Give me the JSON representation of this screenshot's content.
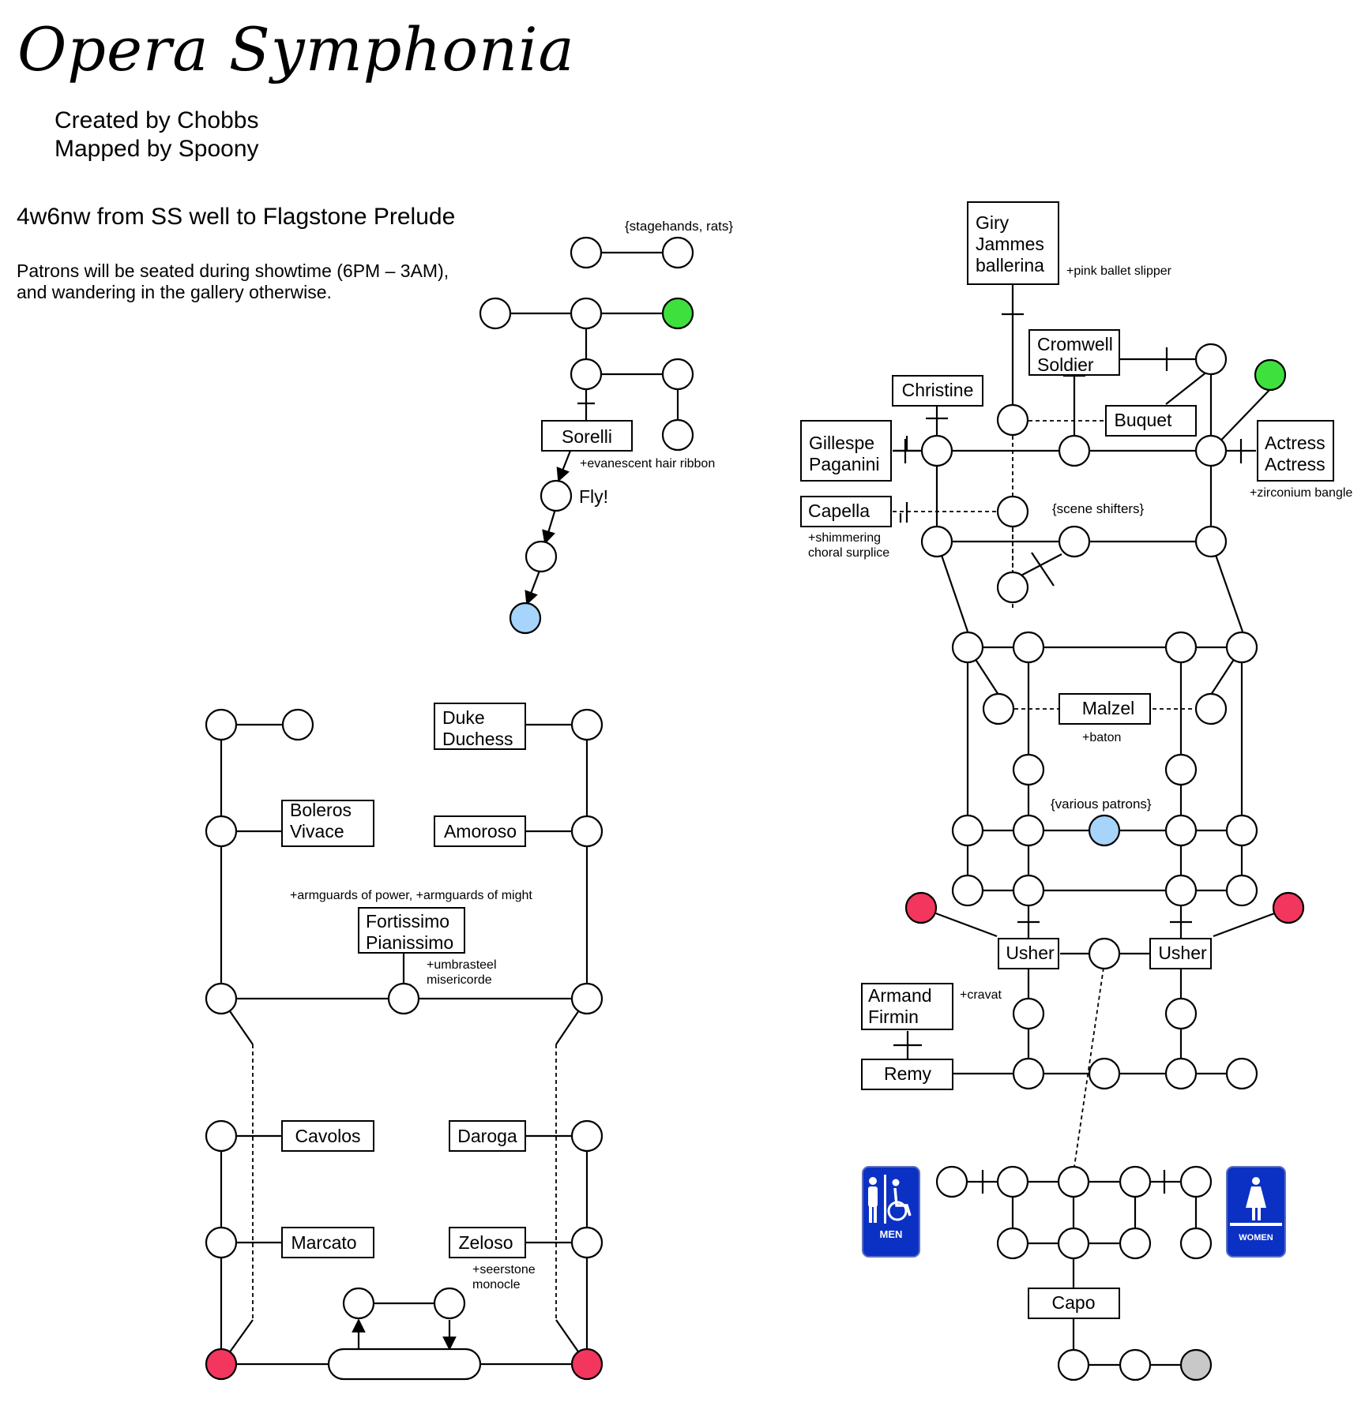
{
  "header": {
    "title": "Opera Symphonia",
    "created_by": "Created by Chobbs",
    "mapped_by": "Mapped by Spoony",
    "directions": "4w6nw from SS well to Flagstone Prelude",
    "note_line1": "Patrons will be seated during showtime (6PM – 3AM),",
    "note_line2": "and wandering in the gallery otherwise."
  },
  "labels": {
    "stagehands": "{stagehands, rats}",
    "sorelli": "Sorelli",
    "hair_ribbon": "+evanescent hair ribbon",
    "fly": "Fly!",
    "giry_1": "Giry",
    "giry_2": "Jammes",
    "giry_3": "ballerina",
    "ballet_slipper": "+pink ballet slipper",
    "cromwell_1": "Cromwell",
    "cromwell_2": "Soldier",
    "christine": "Christine",
    "buquet": "Buquet",
    "gillespe_1": "Gillespe",
    "gillespe_2": "Paganini",
    "actress_1": "Actress",
    "actress_2": "Actress",
    "zirconium": "+zirconium bangle",
    "capella": "Capella",
    "surplice_1": "+shimmering",
    "surplice_2": "choral surplice",
    "scene_shifters": "{scene shifters}",
    "malzel": "Malzel",
    "baton": "+baton",
    "various_patrons": "{various patrons}",
    "usher_left": "Usher",
    "usher_right": "Usher",
    "armand_1": "Armand",
    "armand_2": "Firmin",
    "cravat": "+cravat",
    "remy": "Remy",
    "men": "MEN",
    "women": "WOMEN",
    "capo": "Capo",
    "duke_1": "Duke",
    "duke_2": "Duchess",
    "boleros_1": "Boleros",
    "boleros_2": "Vivace",
    "amoroso": "Amoroso",
    "armguards": "+armguards of power, +armguards of might",
    "fortissimo_1": "Fortissimo",
    "fortissimo_2": "Pianissimo",
    "umbrasteel_1": "+umbrasteel",
    "umbrasteel_2": "misericorde",
    "cavolos": "Cavolos",
    "daroga": "Daroga",
    "marcato": "Marcato",
    "zeloso": "Zeloso",
    "monocle_1": "+seerstone",
    "monocle_2": "monocle"
  },
  "colors": {
    "line": "#000000",
    "room_fill": "#ffffff",
    "exit_green": "#3ee03e",
    "start_blue": "#a6d4fa",
    "danger_red": "#f2365e",
    "gray": "#c8c8c8",
    "restroom_blue": "#0b31c4"
  },
  "icons": {
    "men_restroom": "men-restroom-sign-icon",
    "women_restroom": "women-restroom-sign-icon"
  }
}
